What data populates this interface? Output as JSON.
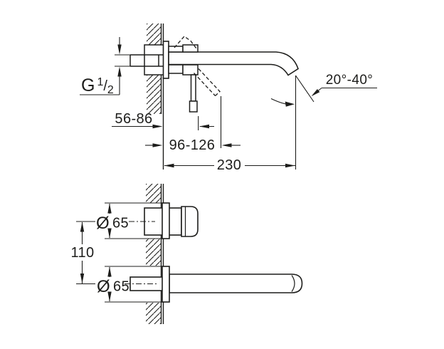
{
  "colors": {
    "line": "#1d1d1b",
    "background": "#ffffff"
  },
  "top_view": {
    "thread": {
      "letter": "G",
      "numerator": "1",
      "slash": "/",
      "denominator": "2"
    },
    "dim_wall_depth": "56-86",
    "dim_lever_reach": "96-126",
    "dim_spout_reach": "230",
    "dim_outlet_angle": "20°-40°"
  },
  "bottom_view": {
    "handle_diameter": {
      "symbol": "Ø",
      "value": "65"
    },
    "dim_center_distance": "110",
    "spout_diameter": {
      "symbol": "Ø",
      "value": "65"
    }
  }
}
